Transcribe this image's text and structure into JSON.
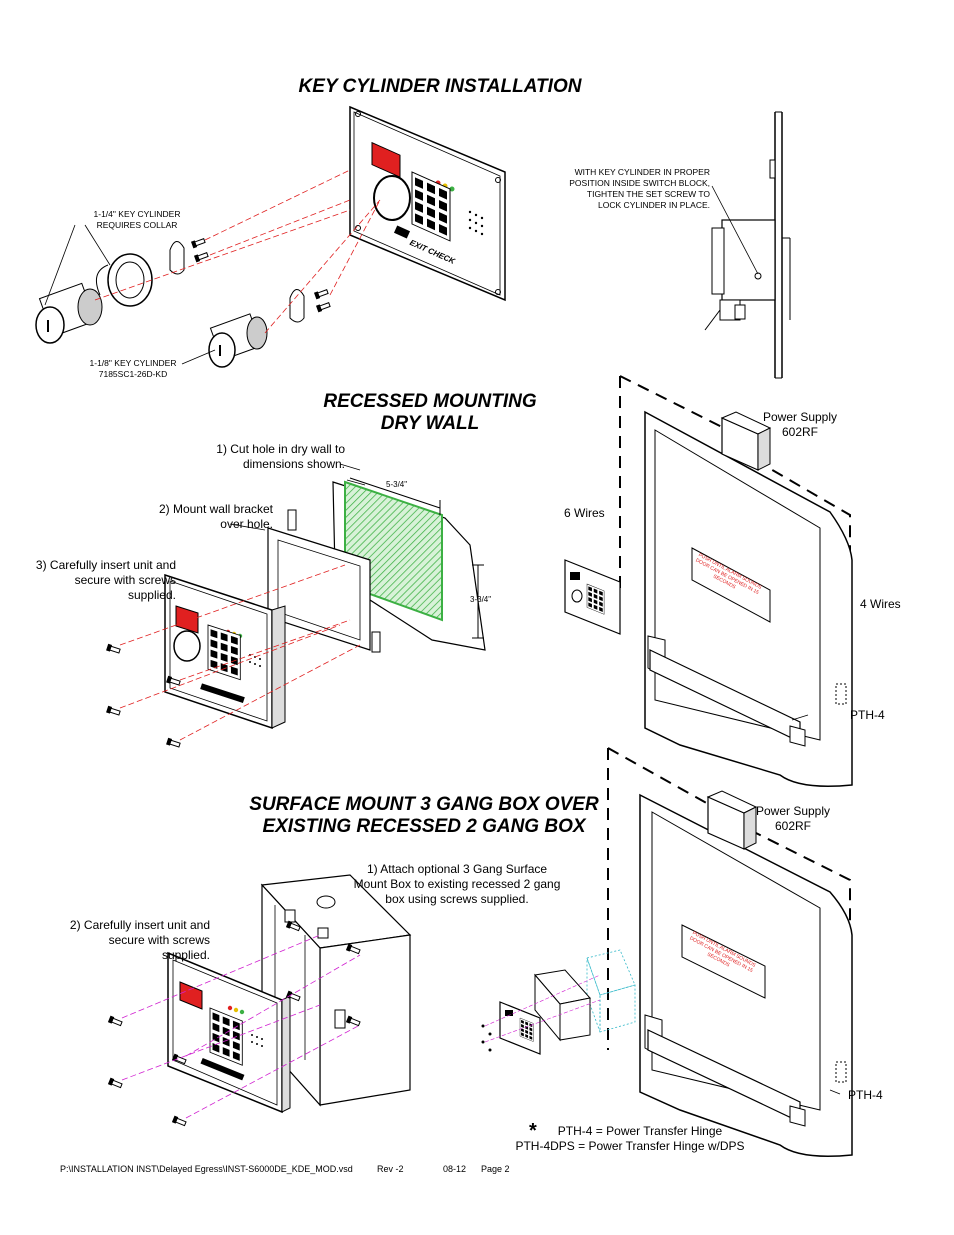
{
  "sections": {
    "key_cylinder": "KEY CYLINDER INSTALLATION",
    "recessed_1": "RECESSED MOUNTING",
    "recessed_2": "DRY WALL",
    "surface_1": "SURFACE MOUNT 3 GANG BOX OVER",
    "surface_2": "EXISTING RECESSED 2 GANG BOX"
  },
  "key_cylinder": {
    "collar_1": "1-1/4\" KEY CYLINDER",
    "collar_2": "REQUIRES COLLAR",
    "cyl_1": "1-1/8\" KEY CYLINDER",
    "cyl_2": "7185SC1-26D-KD",
    "set_1": "WITH KEY CYLINDER IN PROPER",
    "set_2": "POSITION INSIDE SWITCH BLOCK,",
    "set_3": "TIGHTEN THE SET SCREW TO",
    "set_4": "LOCK CYLINDER IN PLACE.",
    "brand": "EXIT CHECK"
  },
  "recessed": {
    "step1_1": "1)  Cut hole in dry wall to",
    "step1_2": "dimensions shown.",
    "step2_1": "2)  Mount wall bracket",
    "step2_2": "over hole.",
    "step3_1": "3)  Carefully insert unit and",
    "step3_2": "secure with screws",
    "step3_3": "supplied.",
    "width": "5-3/4\"",
    "height": "3-3/4\"",
    "power_1": "Power Supply",
    "power_2": "602RF",
    "six_wires": "6 Wires",
    "four_wires": "4 Wires",
    "pth": "PTH-4"
  },
  "surface": {
    "step1_1": "1)  Attach optional 3 Gang Surface",
    "step1_2": "Mount Box to existing recessed 2 gang",
    "step1_3": "box using screws supplied.",
    "step2_1": "2)  Carefully insert unit and",
    "step2_2": "secure with screws",
    "step2_3": "supplied.",
    "power_1": "Power Supply",
    "power_2": "602RF",
    "pth": "PTH-4",
    "legend_1": "PTH-4 = Power Transfer Hinge",
    "legend_2": "PTH-4DPS = Power Transfer Hinge w/DPS",
    "star": "*"
  },
  "door_sign": {
    "line1": "PUSH UNTIL ALARM SOUNDS",
    "line2": "DOOR CAN BE OPENED IN 15",
    "line3": "SECONDS"
  },
  "footer": {
    "path": "P:\\INSTALLATION INST\\Delayed Egress\\INST-S6000DE_KDE_MOD.vsd",
    "rev": "Rev -2",
    "date": "08-12",
    "page": "Page 2"
  },
  "colors": {
    "red": "#e02020",
    "green": "#3cb043",
    "magenta": "#d020d0",
    "cyan": "#30b8c8"
  }
}
